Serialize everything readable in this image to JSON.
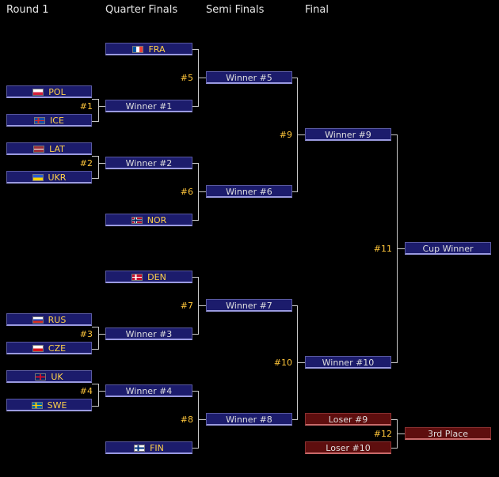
{
  "headers": {
    "round1": "Round 1",
    "quarter": "Quarter Finals",
    "semi": "Semi Finals",
    "final": "Final"
  },
  "round1": [
    {
      "team": "POL",
      "flag": "pol",
      "match": "#1"
    },
    {
      "team": "ICE",
      "flag": "ice"
    },
    {
      "team": "LAT",
      "flag": "lat",
      "match": "#2"
    },
    {
      "team": "UKR",
      "flag": "ukr"
    },
    {
      "team": "RUS",
      "flag": "rus",
      "match": "#3"
    },
    {
      "team": "CZE",
      "flag": "cze"
    },
    {
      "team": "UK",
      "flag": "uk",
      "match": "#4"
    },
    {
      "team": "SWE",
      "flag": "swe"
    }
  ],
  "quarter": [
    {
      "label": "FRA",
      "flag": "fra"
    },
    {
      "label": "Winner #1"
    },
    {
      "label": "Winner #2"
    },
    {
      "label": "NOR",
      "flag": "nor"
    },
    {
      "label": "DEN",
      "flag": "den"
    },
    {
      "label": "Winner #3"
    },
    {
      "label": "Winner #4"
    },
    {
      "label": "FIN",
      "flag": "fin"
    }
  ],
  "quarter_matches": [
    "#5",
    "#6",
    "#7",
    "#8"
  ],
  "semi": [
    "Winner #5",
    "Winner #6",
    "Winner #7",
    "Winner #8"
  ],
  "semi_matches": [
    "#9",
    "#10"
  ],
  "final": {
    "w9": "Winner #9",
    "w10": "Winner #10",
    "l9": "Loser #9",
    "l10": "Loser #10"
  },
  "final_matches": {
    "m11": "#11",
    "m12": "#12"
  },
  "results": {
    "cup": "Cup Winner",
    "third": "3rd Place"
  }
}
